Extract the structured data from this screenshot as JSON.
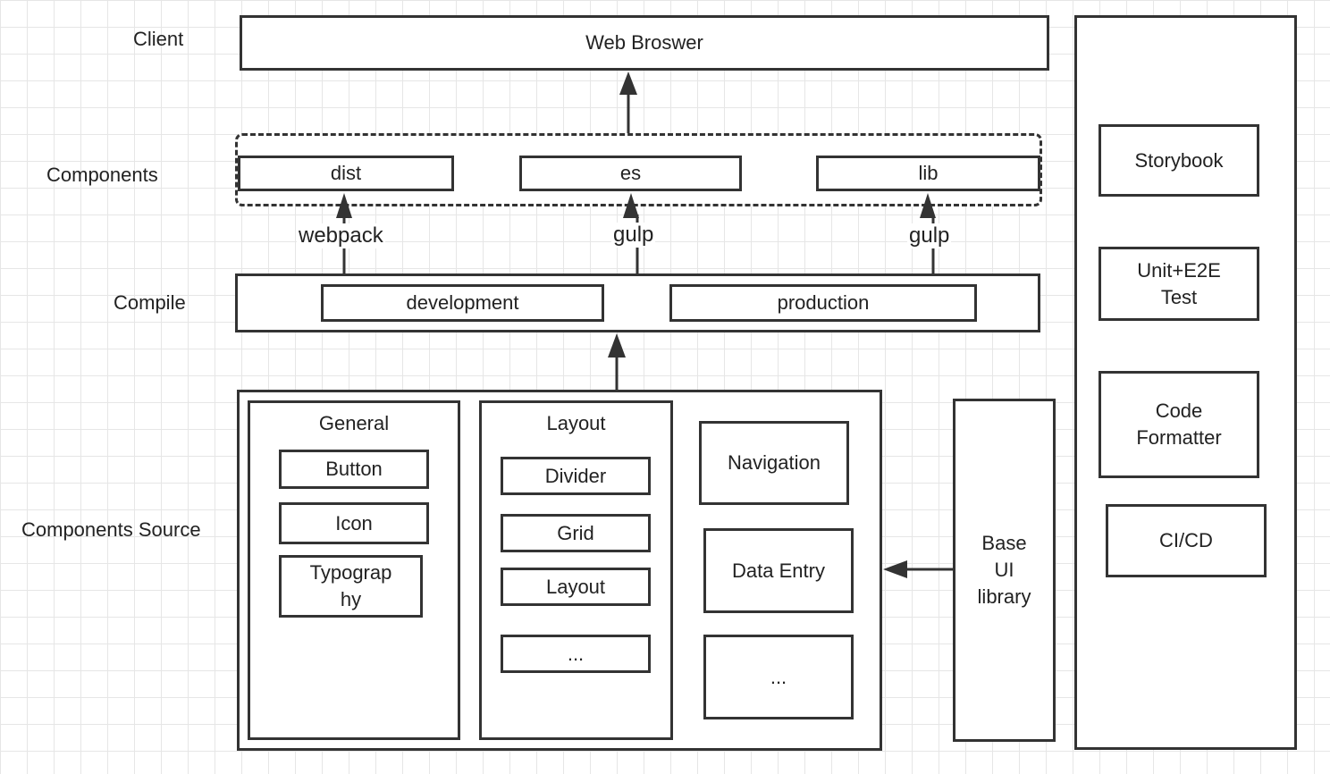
{
  "row_labels": {
    "client": "Client",
    "components": "Components",
    "compile": "Compile",
    "source": "Components Source"
  },
  "client": {
    "browser": "Web Broswer"
  },
  "components": {
    "dist": "dist",
    "es": "es",
    "lib": "lib"
  },
  "edges": {
    "webpack": "webpack",
    "gulp_es": "gulp",
    "gulp_lib": "gulp"
  },
  "compile": {
    "development": "development",
    "production": "production"
  },
  "source": {
    "general": {
      "title": "General",
      "button": "Button",
      "icon": "Icon",
      "typography": "Typograp\nhy"
    },
    "layout": {
      "title": "Layout",
      "divider": "Divider",
      "grid": "Grid",
      "layout_item": "Layout",
      "more": "..."
    },
    "navigation": "Navigation",
    "data_entry": "Data Entry",
    "more": "..."
  },
  "base_ui": "Base\nUI\nlibrary",
  "tools": {
    "storybook": "Storybook",
    "test": "Unit+E2E\nTest",
    "formatter": "Code\nFormatter",
    "cicd": "CI/CD"
  },
  "colors": {
    "stroke": "#333333",
    "grid": "#e6e6e6",
    "background": "#ffffff"
  }
}
